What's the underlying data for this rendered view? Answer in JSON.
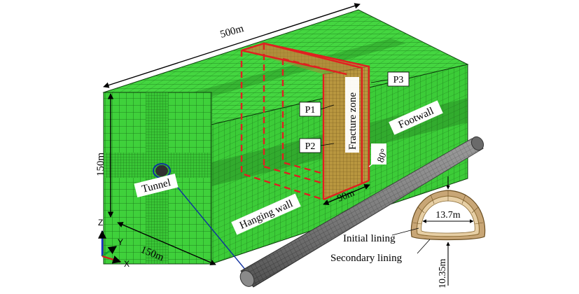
{
  "dimensions": {
    "length": "500m",
    "height": "150m",
    "width": "150m",
    "fracture_width": "90m",
    "tunnel_width": "13.7m",
    "tunnel_height": "10.35m"
  },
  "angle": "80°",
  "labels": {
    "p1": "P1",
    "p2": "P2",
    "p3": "P3",
    "fracture_zone": "Fracture zone",
    "footwall": "Footwall",
    "hanging_wall": "Hanging wall",
    "tunnel": "Tunnel",
    "initial_lining": "Initial lining",
    "secondary_lining": "Secondary lining"
  },
  "axes": {
    "z": "Z",
    "y": "Y",
    "x": "X"
  },
  "colors": {
    "mesh_green": "#3fd13b",
    "mesh_line": "#1a6e18",
    "fracture": "#a88a3a",
    "section_red": "#e02020",
    "tunnel_gray": "#707070",
    "lining_tan": "#d8b88a",
    "marker_blue": "#1030a0"
  }
}
